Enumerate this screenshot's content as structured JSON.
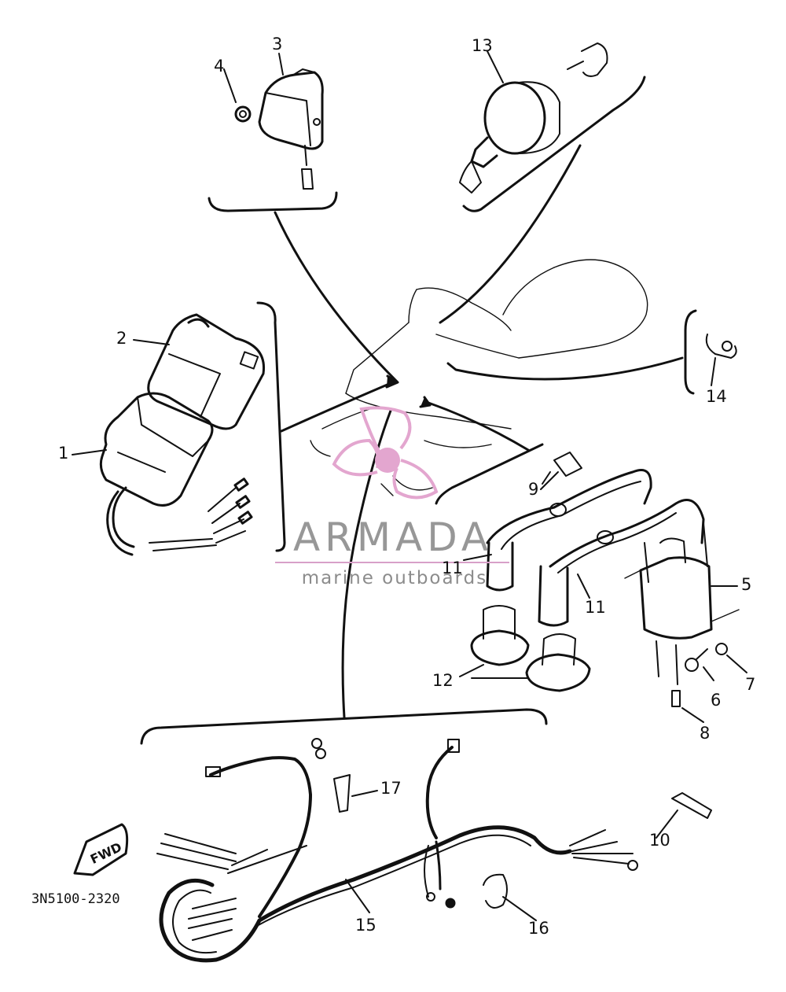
{
  "document": {
    "part_code": "3N5100-2320",
    "fwd_label": "FWD"
  },
  "callouts": [
    {
      "id": "1",
      "label": "1"
    },
    {
      "id": "2",
      "label": "2"
    },
    {
      "id": "3",
      "label": "3"
    },
    {
      "id": "4",
      "label": "4"
    },
    {
      "id": "5",
      "label": "5"
    },
    {
      "id": "6",
      "label": "6"
    },
    {
      "id": "7",
      "label": "7"
    },
    {
      "id": "8",
      "label": "8"
    },
    {
      "id": "9",
      "label": "9"
    },
    {
      "id": "10",
      "label": "10"
    },
    {
      "id": "11a",
      "label": "11"
    },
    {
      "id": "11b",
      "label": "11"
    },
    {
      "id": "12",
      "label": "12"
    },
    {
      "id": "13",
      "label": "13"
    },
    {
      "id": "14",
      "label": "14"
    },
    {
      "id": "15",
      "label": "15"
    },
    {
      "id": "16",
      "label": "16"
    },
    {
      "id": "17",
      "label": "17"
    }
  ],
  "watermark": {
    "title": "ARMADA",
    "subtitle": "marine outboards",
    "accent_color": "#e3a6cf",
    "text_color": "#8c8c8c"
  },
  "colors": {
    "ink": "#111111",
    "paper": "#ffffff"
  }
}
